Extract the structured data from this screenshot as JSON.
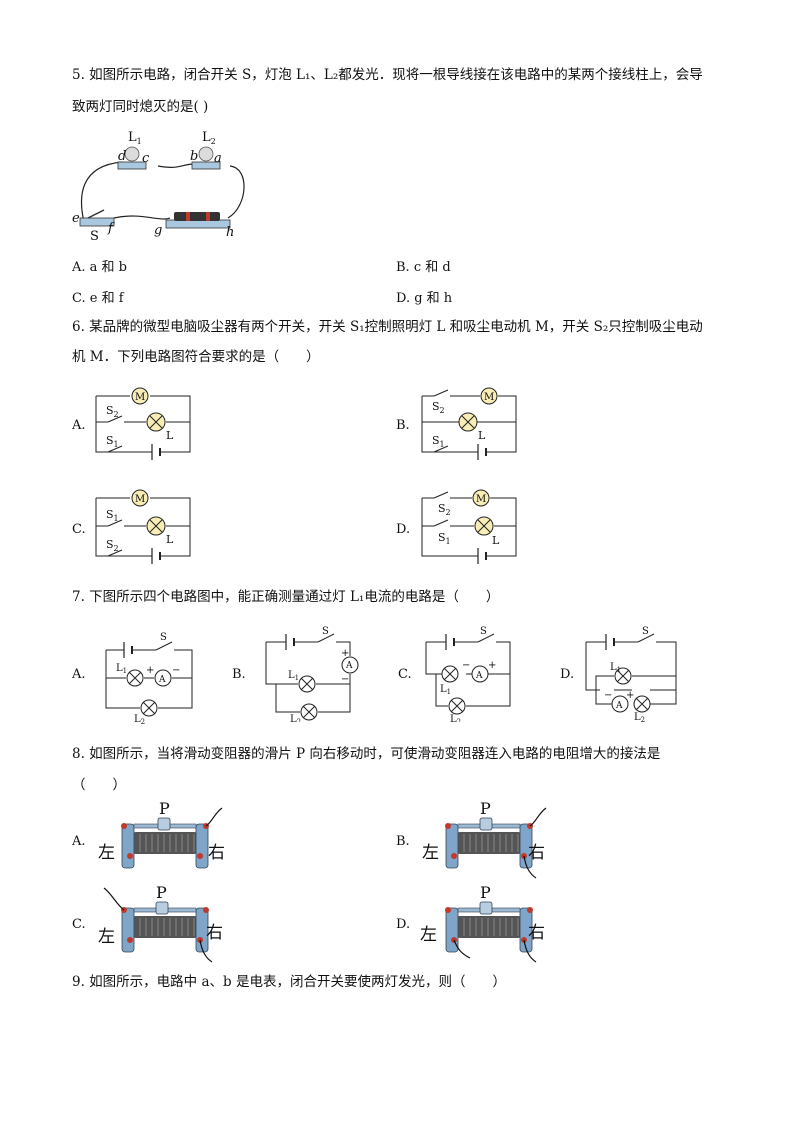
{
  "q5": {
    "stem_line1": "5. 如图所示电路，闭合开关 S，灯泡 L₁、L₂都发光．现将一根导线接在该电路中的某两个接线柱上，会导",
    "stem_line2": "致两灯同时熄灭的是( )",
    "fig_labels": {
      "L1": "L",
      "L1_sub": "1",
      "L2": "L",
      "L2_sub": "2",
      "d": "d",
      "c": "c",
      "b": "b",
      "a": "a",
      "e": "e",
      "f": "f",
      "S": "S",
      "g": "g",
      "h": "h"
    },
    "options": {
      "A": "A. a 和 b",
      "B": "B. c 和 d",
      "C": "C. e 和 f",
      "D": "D. g 和 h"
    }
  },
  "q6": {
    "stem_line1": "6. 某品牌的微型电脑吸尘器有两个开关，开关 S₁控制照明灯 L 和吸尘电动机 M，开关 S₂只控制吸尘电动",
    "stem_line2": "机 M．下列电路图符合要求的是（　　）",
    "option_labels": {
      "A": "A.",
      "B": "B.",
      "C": "C.",
      "D": "D."
    },
    "fig_labels": {
      "M": "M",
      "L": "L",
      "S": "S",
      "sub1": "1",
      "sub2": "2"
    }
  },
  "q7": {
    "stem": "7. 下图所示四个电路图中，能正确测量通过灯 L₁电流的电路是（　　）",
    "option_labels": {
      "A": "A.",
      "B": "B.",
      "C": "C.",
      "D": "D."
    },
    "fig_labels": {
      "S": "S",
      "A": "A",
      "L": "L",
      "sub1": "1",
      "sub2": "2",
      "plus": "+",
      "minus": "−"
    }
  },
  "q8": {
    "stem_line1": "8. 如图所示，当将滑动变阻器的滑片 P 向右移动时，可使滑动变阻器连入电路的电阻增大的接法是",
    "stem_line2": "（　　）",
    "option_labels": {
      "A": "A.",
      "B": "B.",
      "C": "C.",
      "D": "D."
    },
    "fig_labels": {
      "P": "P",
      "left": "左",
      "right": "右"
    }
  },
  "q9": {
    "stem": "9. 如图所示，电路中 a、b 是电表，闭合开关要使两灯发光，则（　　）"
  }
}
